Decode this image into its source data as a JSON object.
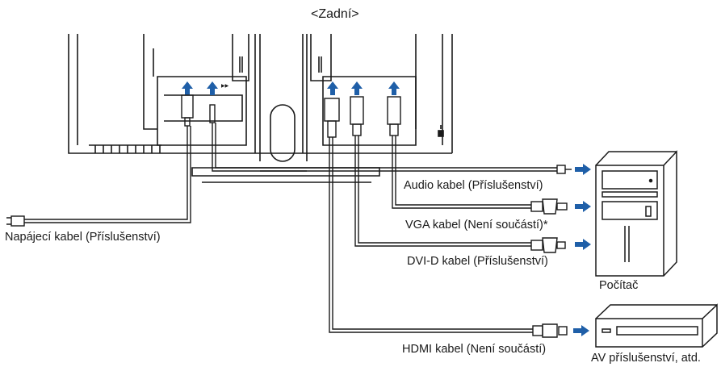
{
  "diagram": {
    "title": "<Zadní>",
    "labels": {
      "power_cable": "Napájecí kabel (Příslušenství)",
      "audio_cable": "Audio kabel (Příslušenství)",
      "vga_cable": "VGA kabel (Není součástí)*",
      "dvi_cable": "DVI-D kabel (Příslušenství)",
      "hdmi_cable": "HDMI kabel (Není součástí)",
      "computer": "Počítač",
      "av_device": "AV příslušenství, atd."
    },
    "colors": {
      "line": "#1a1a1a",
      "arrow": "#1f5fa8"
    }
  }
}
